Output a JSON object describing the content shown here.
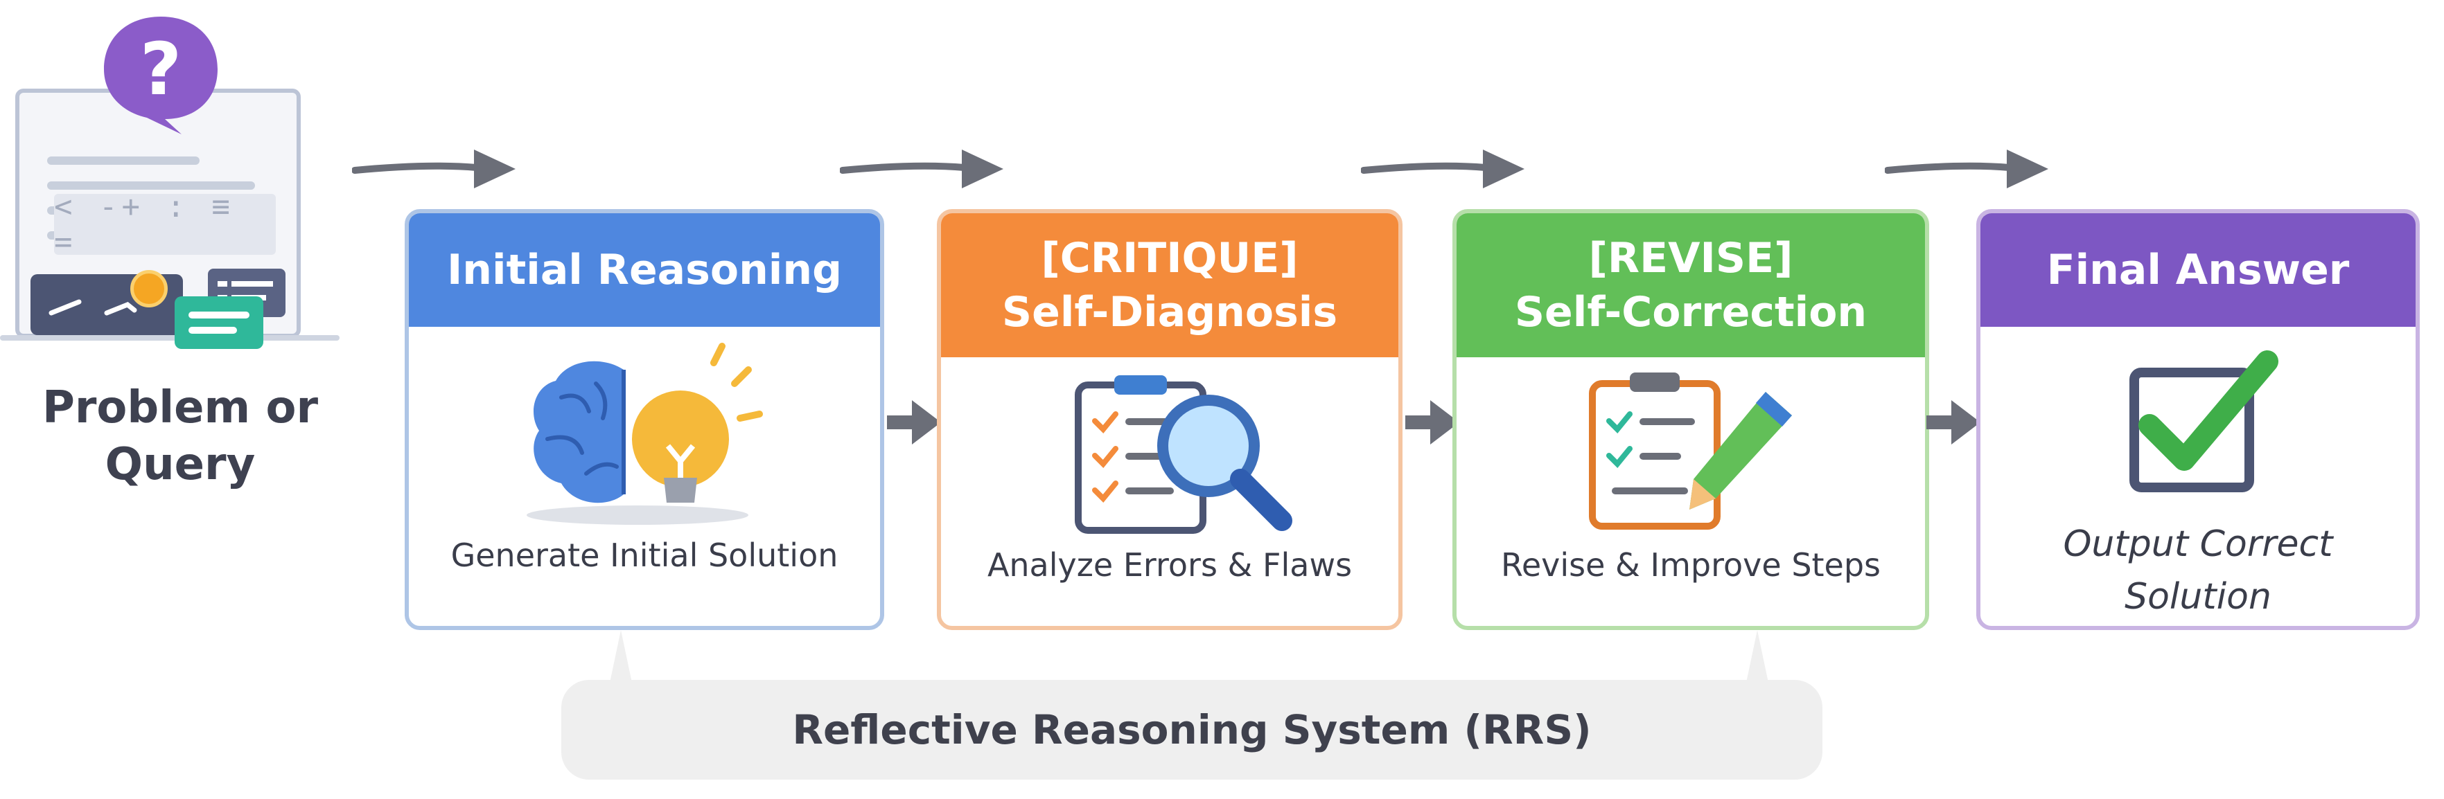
{
  "problem": {
    "label_line1": "Problem or",
    "label_line2": "Query",
    "question_glyph": "?",
    "formula_glyphs": "< -+ : ≡ ="
  },
  "stages": [
    {
      "title": "Initial Reasoning",
      "description": "Generate Initial Solution",
      "icon": "brain-lightbulb-icon",
      "color": "#4f87df"
    },
    {
      "title_line1": "[CRITIQUE]",
      "title_line2": "Self-Diagnosis",
      "description": "Analyze Errors & Flaws",
      "icon": "clipboard-magnifier-icon",
      "color": "#f48b3b"
    },
    {
      "title_line1": "[REVISE]",
      "title_line2": "Self-Correction",
      "description": "Revise & Improve Steps",
      "icon": "clipboard-pencil-icon",
      "color": "#62bf58"
    },
    {
      "title": "Final Answer",
      "description_line1": "Output Correct",
      "description_line2": "Solution",
      "icon": "checkbox-check-icon",
      "color": "#7d57c3"
    }
  ],
  "system": {
    "label": "Reflective Reasoning System (RRS)"
  },
  "colors": {
    "arrow": "#6b6e78",
    "text": "#3e4150"
  }
}
